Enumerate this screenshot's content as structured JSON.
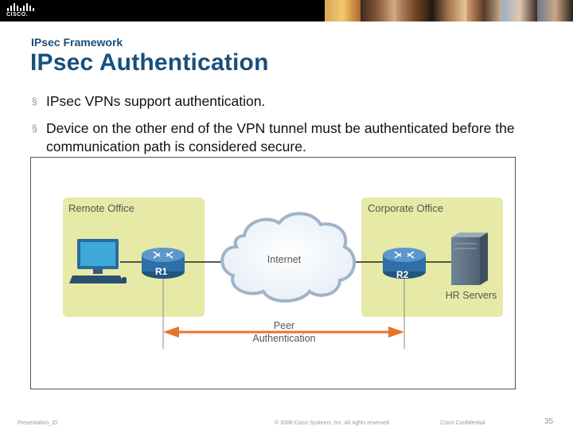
{
  "header": {
    "logo_text": "CISCO.",
    "colors": {
      "bar": "#000000",
      "title": "#1a4f7a",
      "zone": "#e6eaa6",
      "arrow": "#e8742a",
      "router": "#2e6fa7"
    }
  },
  "slide": {
    "subtitle": "IPsec Framework",
    "title": "IPsec Authentication",
    "bullets": [
      "IPsec VPNs support authentication.",
      "Device on the other end of the VPN tunnel must be authenticated before the communication path is considered secure."
    ]
  },
  "diagram": {
    "remote_office": "Remote Office",
    "corporate_office": "Corporate Office",
    "internet": "Internet",
    "r1": "R1",
    "r2": "R2",
    "hr_servers": "HR Servers",
    "peer_auth_line1": "Peer",
    "peer_auth_line2": "Authentication"
  },
  "footer": {
    "presentation_id": "Presentation_ID",
    "copyright": "© 2008 Cisco Systems, Inc. All rights reserved.",
    "confidential": "Cisco Confidential",
    "page": "35"
  }
}
